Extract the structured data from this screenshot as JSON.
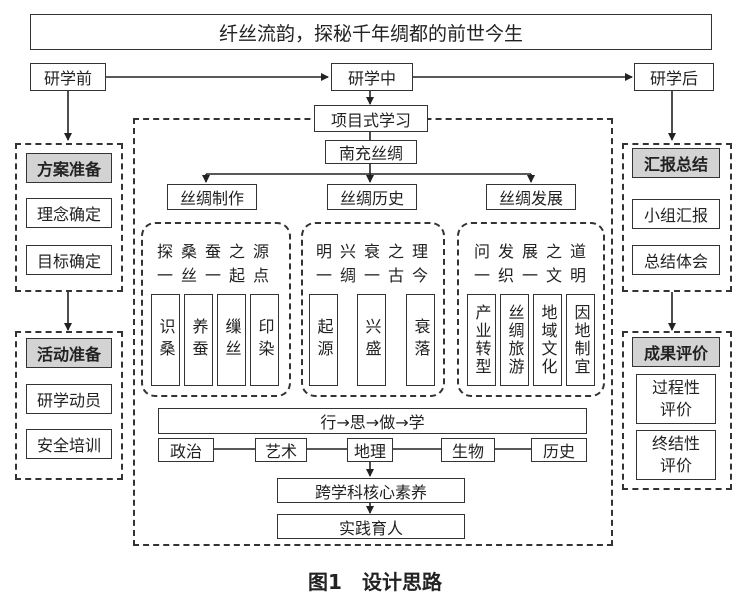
{
  "title": "纤丝流韵，探秘千年绸都的前世今生",
  "stages": {
    "before": "研学前",
    "during": "研学中",
    "after": "研学后"
  },
  "center": {
    "project": "项目式学习",
    "theme": "南充丝绸",
    "branches": [
      "丝绸制作",
      "丝绸历史",
      "丝绸发展"
    ],
    "groups": [
      {
        "line1": "探桑蚕之源",
        "line2": "一丝一起点",
        "items": [
          "识桑",
          "养蚕",
          "缫丝",
          "印染"
        ]
      },
      {
        "line1": "明兴衰之理",
        "line2": "一绸一古今",
        "items": [
          "起源",
          "兴盛",
          "衰落"
        ]
      },
      {
        "line1": "问发展之道",
        "line2": "一织一文明",
        "items": [
          "产业转型",
          "丝绸旅游",
          "地域文化",
          "因地制宜"
        ]
      }
    ],
    "flow": "行→思→做→学",
    "subjects": [
      "政治",
      "艺术",
      "地理",
      "生物",
      "历史"
    ],
    "core": "跨学科核心素养",
    "goal": "实践育人"
  },
  "left": {
    "plan": {
      "heading": "方案准备",
      "items": [
        "理念确定",
        "目标确定"
      ]
    },
    "activity": {
      "heading": "活动准备",
      "items": [
        "研学动员",
        "安全培训"
      ]
    }
  },
  "right": {
    "report": {
      "heading": "汇报总结",
      "items": [
        "小组汇报",
        "总结体会"
      ]
    },
    "evaluation": {
      "heading": "成果评价",
      "items": [
        "过程性\n评价",
        "终结性\n评价"
      ]
    }
  },
  "caption": "图1　设计思路"
}
